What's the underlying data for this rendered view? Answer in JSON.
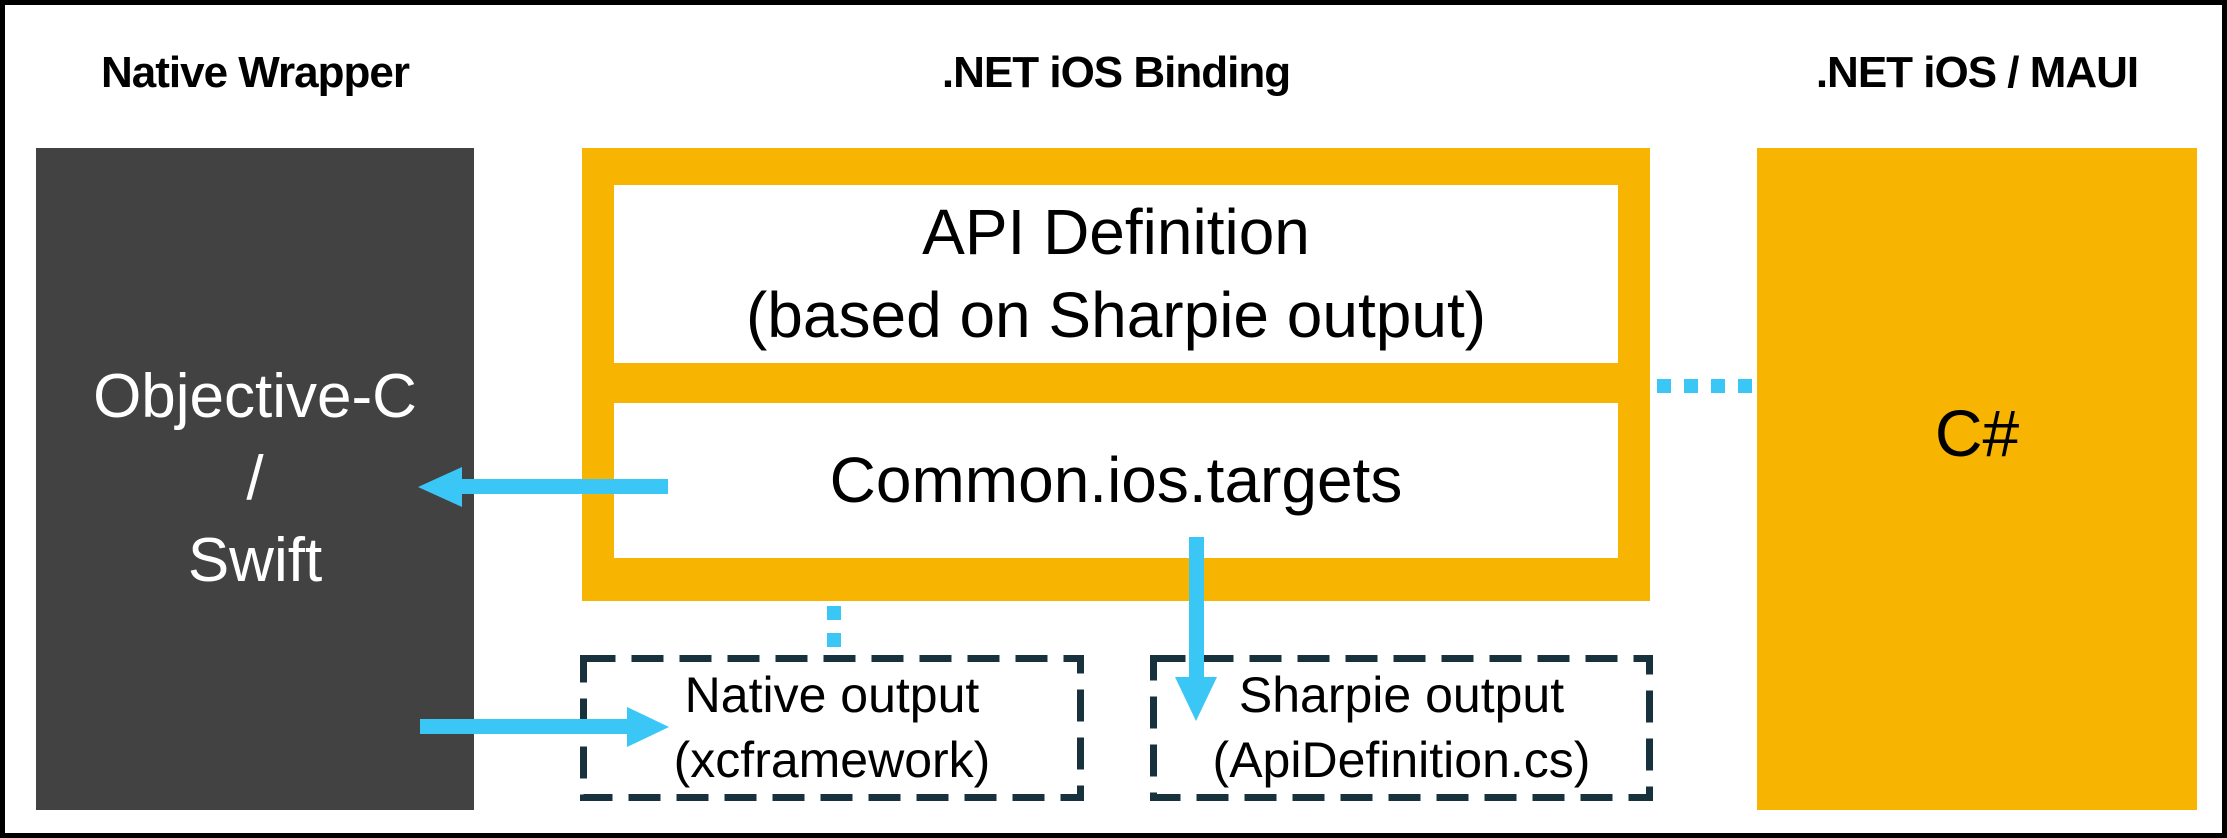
{
  "headers": {
    "native_wrapper": "Native Wrapper",
    "net_ios_binding": ".NET iOS Binding",
    "net_ios_maui": ".NET iOS / MAUI"
  },
  "boxes": {
    "objective_c_swift": {
      "lines": [
        "Objective-C",
        "/",
        "Swift"
      ]
    },
    "api_definition": {
      "lines": [
        "API Definition",
        "(based on Sharpie output)"
      ]
    },
    "common_ios_targets": {
      "label": "Common.ios.targets"
    },
    "csharp": {
      "label": "C#"
    },
    "native_output": {
      "lines": [
        "Native output",
        "(xcframework)"
      ]
    },
    "sharpie_output": {
      "lines": [
        "Sharpie output",
        "(ApiDefinition.cs)"
      ]
    }
  },
  "colors": {
    "amber": "#F7B400",
    "cyan": "#3AC7F5",
    "dark_gray": "#424242",
    "dashed_border": "#17313D",
    "text": "#000000"
  }
}
